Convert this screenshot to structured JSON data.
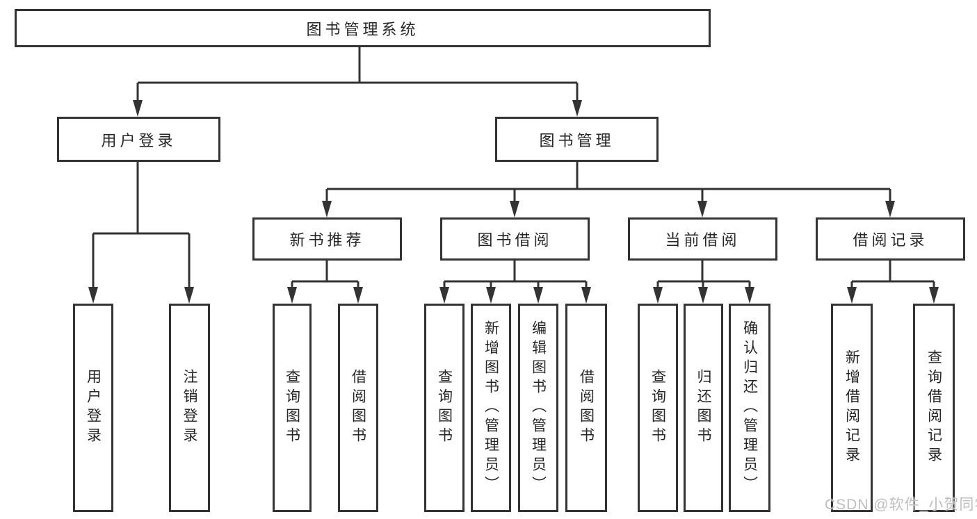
{
  "tree": {
    "label": "图书管理系统",
    "children": [
      {
        "label": "用户登录",
        "children": [
          {
            "label": "用户登录"
          },
          {
            "label": "注销登录"
          }
        ]
      },
      {
        "label": "图书管理",
        "children": [
          {
            "label": "新书推荐",
            "children": [
              {
                "label": "查询图书"
              },
              {
                "label": "借阅图书"
              }
            ]
          },
          {
            "label": "图书借阅",
            "children": [
              {
                "label": "查询图书"
              },
              {
                "label": "新增图书（管理员）"
              },
              {
                "label": "编辑图书（管理员）"
              },
              {
                "label": "借阅图书"
              }
            ]
          },
          {
            "label": "当前借阅",
            "children": [
              {
                "label": "查询图书"
              },
              {
                "label": "归还图书"
              },
              {
                "label": "确认归还（管理员）"
              }
            ]
          },
          {
            "label": "借阅记录",
            "children": [
              {
                "label": "新增借阅记录"
              },
              {
                "label": "查询借阅记录"
              }
            ]
          }
        ]
      }
    ]
  },
  "watermark": "CSDN @软件_小贺同学",
  "colors": {
    "line": "#333333",
    "box_border": "#333333",
    "text": "#262626",
    "watermark": "#bababa",
    "background": "#ffffff"
  }
}
